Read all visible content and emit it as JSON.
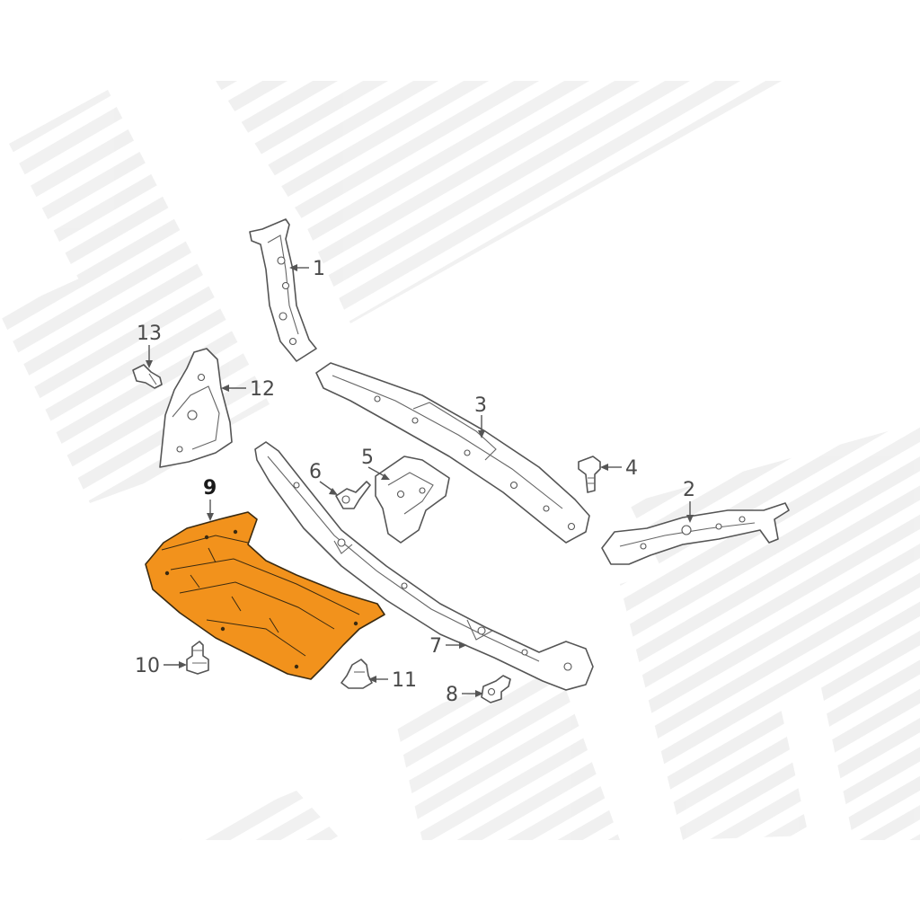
{
  "diagram": {
    "highlight_color": "#f2921c",
    "line_color": "#555555",
    "background_color": "#ffffff",
    "callouts": [
      {
        "id": "1",
        "label": "1"
      },
      {
        "id": "2",
        "label": "2"
      },
      {
        "id": "3",
        "label": "3"
      },
      {
        "id": "4",
        "label": "4"
      },
      {
        "id": "5",
        "label": "5"
      },
      {
        "id": "6",
        "label": "6"
      },
      {
        "id": "7",
        "label": "7"
      },
      {
        "id": "8",
        "label": "8"
      },
      {
        "id": "9",
        "label": "9"
      },
      {
        "id": "10",
        "label": "10"
      },
      {
        "id": "11",
        "label": "11"
      },
      {
        "id": "12",
        "label": "12"
      },
      {
        "id": "13",
        "label": "13"
      }
    ],
    "highlighted_part": "9"
  }
}
